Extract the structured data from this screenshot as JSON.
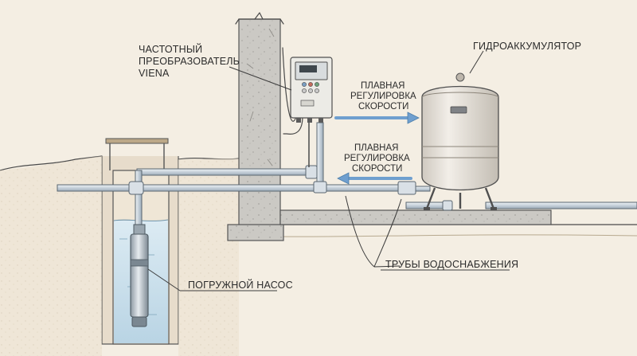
{
  "labels": {
    "converter": [
      "ЧАСТОТНЫЙ",
      "ПРЕОБРАЗОВАТЕЛЬ",
      "VIENA"
    ],
    "accumulator": "ГИДРОАККУМУЛЯТОР",
    "speed_control_top": [
      "ПЛАВНАЯ",
      "РЕГУЛИРОВКА",
      "СКОРОСТИ"
    ],
    "speed_control_bottom": [
      "ПЛАВНАЯ",
      "РЕГУЛИРОВКА",
      "СКОРОСТИ"
    ],
    "pipes": "ТРУБЫ ВОДОСНАБЖЕНИЯ",
    "pump": "ПОГРУЖНОЙ НАСОС"
  },
  "colors": {
    "background": "#f4eee3",
    "water": "#cfe3ee",
    "concrete": "#c9c7c2",
    "pipe": "#c6d1da",
    "arrow": "#6f9fcf",
    "tank": "#e7e2da",
    "ink": "#4a4a4a"
  }
}
